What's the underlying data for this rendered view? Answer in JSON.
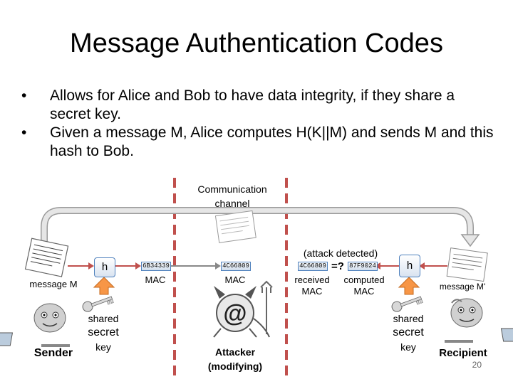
{
  "title": "Message Authentication Codes",
  "bullets": [
    "Allows for Alice and Bob to have data integrity, if they share a secret key.",
    "Given a message M, Alice computes H(K||M) and sends M and this hash to Bob."
  ],
  "channel_label": [
    "Communication",
    "channel"
  ],
  "left": {
    "message_label": "message M",
    "h_label": "h",
    "mac_value": "6B34339",
    "mac_label": "MAC",
    "key_label": [
      "shared",
      "secret",
      "key"
    ],
    "person_label": "Sender"
  },
  "middle": {
    "mac_value": "4C66809",
    "mac_label": "MAC",
    "person_label": [
      "Attacker",
      "(modifying)"
    ]
  },
  "right": {
    "attack_label": "(attack detected)",
    "received_mac_value": "4C66809",
    "compare_symbol": "=?",
    "computed_mac_value": "87F9024",
    "received_label": [
      "received",
      "MAC"
    ],
    "computed_label": [
      "computed",
      "MAC"
    ],
    "h_label": "h",
    "message_label": "message M'",
    "key_label": [
      "shared",
      "secret",
      "key"
    ],
    "person_label": "Recipient"
  },
  "page_number": "20",
  "colors": {
    "arrow": "#c9c9c9",
    "divider": "#c0504d",
    "box": "#4f81bd",
    "key": "#f79646"
  }
}
